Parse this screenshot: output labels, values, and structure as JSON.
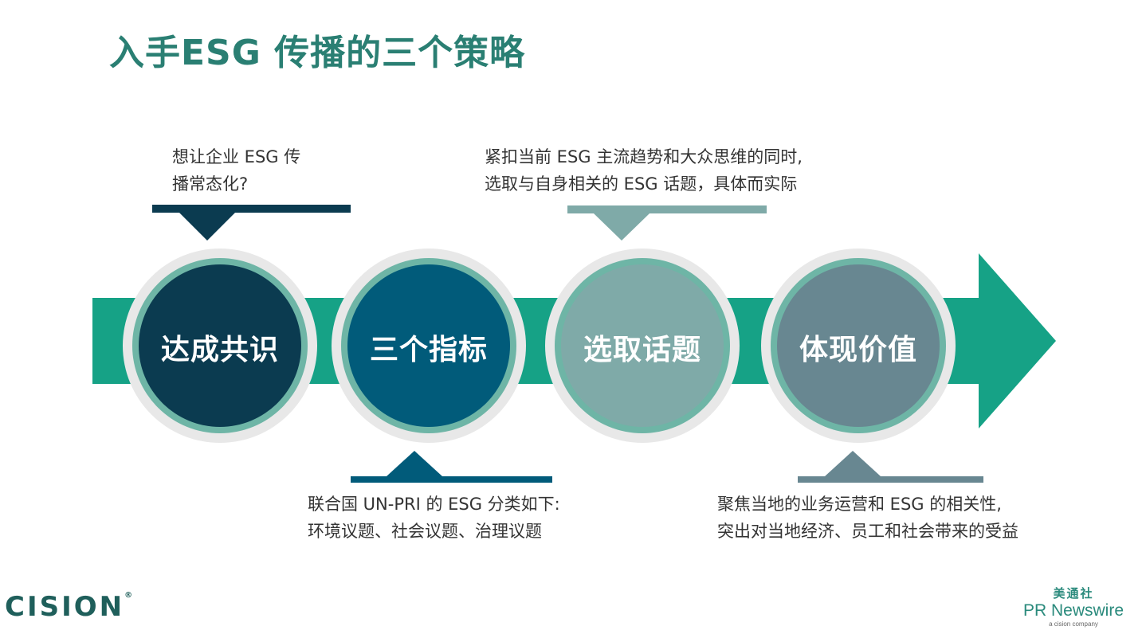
{
  "title": "入手ESG 传播的三个策略",
  "colors": {
    "title": "#2a7f73",
    "arrow": "#16a286",
    "ring": "#e8e8e8",
    "step1": "#0b3b50",
    "step2": "#015b7a",
    "step3": "#7faaa8",
    "step4": "#688791"
  },
  "steps": [
    {
      "label": "达成共识"
    },
    {
      "label": "三个指标"
    },
    {
      "label": "选取话题"
    },
    {
      "label": "体现价值"
    }
  ],
  "callouts": [
    {
      "lines": [
        "想让企业 ESG 传",
        "播常态化?"
      ]
    },
    {
      "lines": [
        "联合国 UN-PRI 的 ESG 分类如下:",
        "环境议题、社会议题、治理议题"
      ]
    },
    {
      "lines": [
        "紧扣当前 ESG 主流趋势和大众思维的同时,",
        "选取与自身相关的 ESG 话题，具体而实际"
      ]
    },
    {
      "lines": [
        "聚焦当地的业务运营和 ESG 的相关性,",
        "突出对当地经济、员工和社会带来的受益"
      ]
    }
  ],
  "logos": {
    "left": "CISION",
    "left_mark": "®",
    "right_cn": "美通社",
    "right_en": "PR Newswire",
    "right_sub": "a cision company"
  }
}
